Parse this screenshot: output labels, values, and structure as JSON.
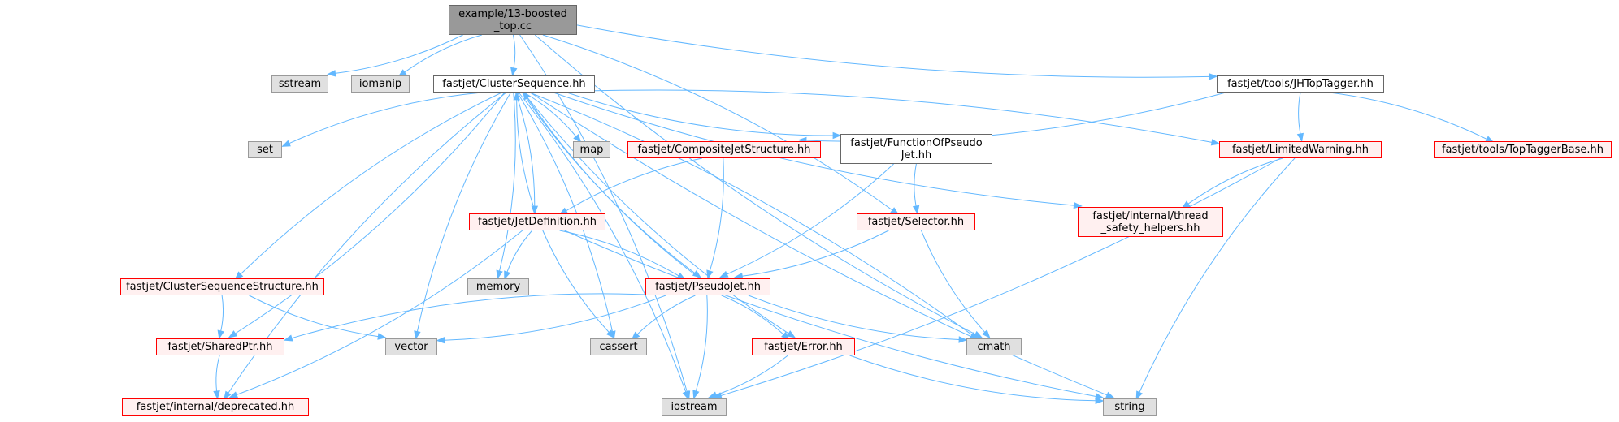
{
  "nodes": {
    "root": "example/13-boosted\n_top.cc",
    "sstream": "sstream",
    "iomanip": "iomanip",
    "clusterseq": "fastjet/ClusterSequence.hh",
    "jhtoptagger": "fastjet/tools/JHTopTagger.hh",
    "set": "set",
    "map": "map",
    "compositejet": "fastjet/CompositeJetStructure.hh",
    "functionof": "fastjet/FunctionOfPseudo\nJet.hh",
    "limitedwarning": "fastjet/LimitedWarning.hh",
    "toptaggerbase": "fastjet/tools/TopTaggerBase.hh",
    "jetdef": "fastjet/JetDefinition.hh",
    "selector": "fastjet/Selector.hh",
    "threadsafety": "fastjet/internal/thread\n_safety_helpers.hh",
    "csstructure": "fastjet/ClusterSequenceStructure.hh",
    "memory": "memory",
    "pseudojet": "fastjet/PseudoJet.hh",
    "sharedptr": "fastjet/SharedPtr.hh",
    "vector": "vector",
    "cassert": "cassert",
    "error": "fastjet/Error.hh",
    "cmath": "cmath",
    "deprecated": "fastjet/internal/deprecated.hh",
    "iostream": "iostream",
    "string": "string"
  },
  "node_styles": {
    "root": "root",
    "sstream": "sys",
    "iomanip": "sys",
    "clusterseq": "plain",
    "jhtoptagger": "plain",
    "set": "sys",
    "map": "sys",
    "compositejet": "red",
    "functionof": "plain",
    "limitedwarning": "red",
    "toptaggerbase": "red",
    "jetdef": "red",
    "selector": "red",
    "threadsafety": "red",
    "csstructure": "red",
    "memory": "sys",
    "pseudojet": "red",
    "sharedptr": "red",
    "vector": "sys",
    "cassert": "sys",
    "error": "red",
    "cmath": "sys",
    "deprecated": "red",
    "iostream": "sys",
    "string": "sys"
  },
  "colors": {
    "edge": "#63b8ff",
    "root_fill": "#999999",
    "plain_fill": "#ffffff",
    "red_fill": "#fff0f0",
    "red_border": "#ff0000",
    "system_fill": "#e0e0e0"
  },
  "edges": [
    [
      "root",
      "sstream"
    ],
    [
      "root",
      "iomanip"
    ],
    [
      "root",
      "clusterseq"
    ],
    [
      "root",
      "jhtoptagger"
    ],
    [
      "root",
      "iostream"
    ],
    [
      "root",
      "cmath"
    ],
    [
      "root",
      "selector"
    ],
    [
      "clusterseq",
      "set"
    ],
    [
      "clusterseq",
      "map"
    ],
    [
      "clusterseq",
      "functionof"
    ],
    [
      "clusterseq",
      "limitedwarning"
    ],
    [
      "clusterseq",
      "threadsafety"
    ],
    [
      "clusterseq",
      "jetdef"
    ],
    [
      "clusterseq",
      "csstructure"
    ],
    [
      "clusterseq",
      "memory"
    ],
    [
      "clusterseq",
      "pseudojet"
    ],
    [
      "clusterseq",
      "sharedptr"
    ],
    [
      "clusterseq",
      "vector"
    ],
    [
      "clusterseq",
      "cassert"
    ],
    [
      "clusterseq",
      "error"
    ],
    [
      "clusterseq",
      "cmath"
    ],
    [
      "clusterseq",
      "deprecated"
    ],
    [
      "clusterseq",
      "iostream"
    ],
    [
      "clusterseq",
      "string"
    ],
    [
      "jhtoptagger",
      "compositejet"
    ],
    [
      "jhtoptagger",
      "limitedwarning"
    ],
    [
      "jhtoptagger",
      "toptaggerbase"
    ],
    [
      "compositejet",
      "jetdef"
    ],
    [
      "compositejet",
      "pseudojet"
    ],
    [
      "functionof",
      "selector"
    ],
    [
      "functionof",
      "pseudojet"
    ],
    [
      "limitedwarning",
      "threadsafety"
    ],
    [
      "limitedwarning",
      "iostream"
    ],
    [
      "limitedwarning",
      "string"
    ],
    [
      "jetdef",
      "clusterseq"
    ],
    [
      "jetdef",
      "memory"
    ],
    [
      "jetdef",
      "pseudojet"
    ],
    [
      "jetdef",
      "cassert"
    ],
    [
      "jetdef",
      "deprecated"
    ],
    [
      "jetdef",
      "string"
    ],
    [
      "selector",
      "pseudojet"
    ],
    [
      "selector",
      "cmath"
    ],
    [
      "csstructure",
      "sharedptr"
    ],
    [
      "csstructure",
      "vector"
    ],
    [
      "pseudojet",
      "clusterseq"
    ],
    [
      "pseudojet",
      "sharedptr"
    ],
    [
      "pseudojet",
      "vector"
    ],
    [
      "pseudojet",
      "cassert"
    ],
    [
      "pseudojet",
      "error"
    ],
    [
      "pseudojet",
      "cmath"
    ],
    [
      "pseudojet",
      "iostream"
    ],
    [
      "sharedptr",
      "deprecated"
    ],
    [
      "error",
      "iostream"
    ],
    [
      "error",
      "string"
    ]
  ]
}
